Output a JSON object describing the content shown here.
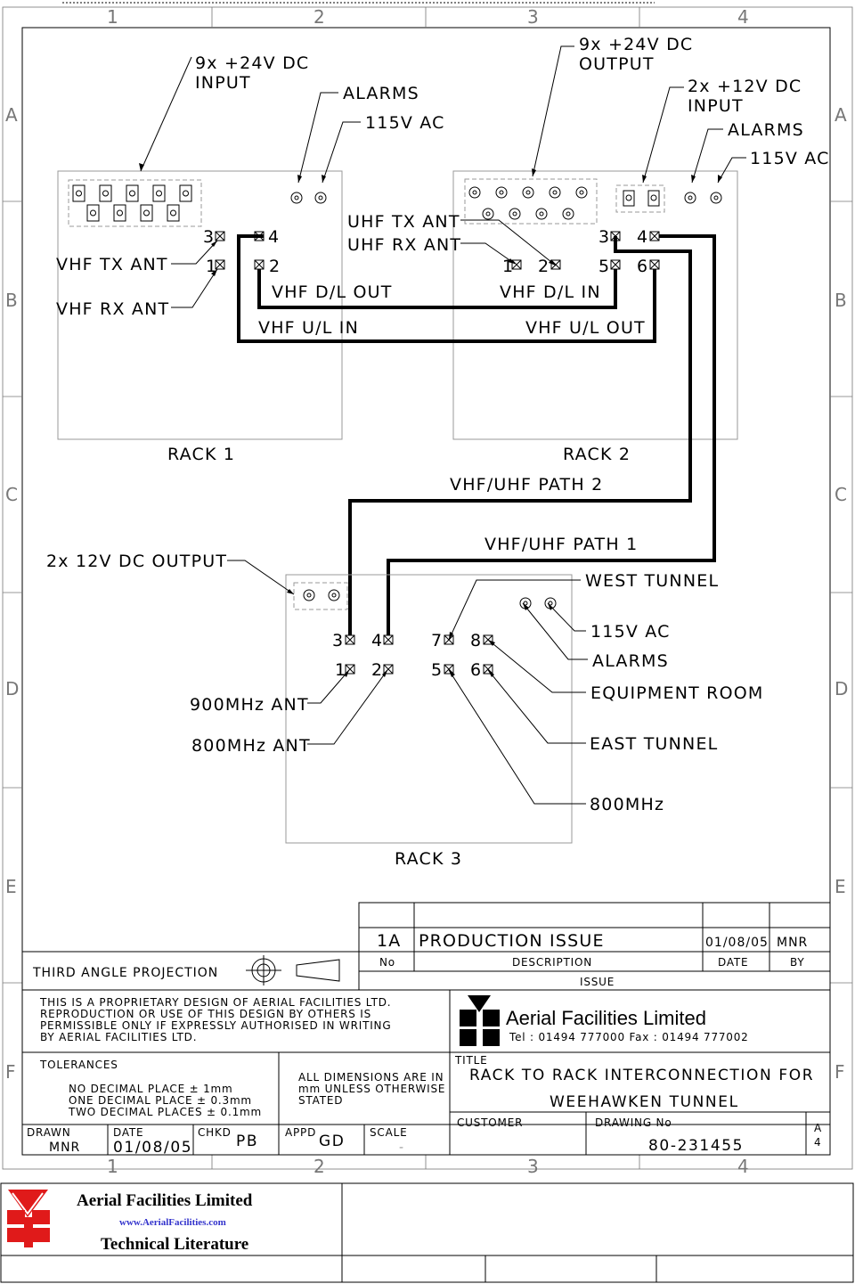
{
  "zones": {
    "columns": [
      "1",
      "2",
      "3",
      "4"
    ],
    "rows": [
      "A",
      "B",
      "C",
      "D",
      "E",
      "F"
    ]
  },
  "rack1": {
    "name": "RACK 1",
    "dc_input": [
      "9x +24V DC",
      "INPUT"
    ],
    "alarms": "ALARMS",
    "ac": "115V AC",
    "ports": [
      "3",
      "4",
      "1",
      "2"
    ],
    "vhf_tx_ant": "VHF TX ANT",
    "vhf_rx_ant": "VHF RX ANT",
    "vhf_dl_out": "VHF D/L OUT",
    "vhf_ul_in": "VHF U/L IN"
  },
  "rack2": {
    "name": "RACK 2",
    "dc_output": [
      "9x +24V DC",
      "OUTPUT"
    ],
    "dc_input_12": [
      "2x +12V DC",
      "INPUT"
    ],
    "alarms": "ALARMS",
    "ac": "115V AC",
    "uhf_tx_ant": "UHF TX ANT",
    "uhf_rx_ant": "UHF RX ANT",
    "ports": [
      "1",
      "2",
      "3",
      "4",
      "5",
      "6"
    ],
    "vhf_dl_in": "VHF D/L IN",
    "vhf_ul_out": "VHF U/L OUT"
  },
  "paths": {
    "path2": "VHF/UHF PATH 2",
    "path1": "VHF/UHF PATH 1"
  },
  "rack3": {
    "name": "RACK 3",
    "dc_output": "2x 12V DC OUTPUT",
    "ports": [
      "3",
      "4",
      "7",
      "8",
      "1",
      "2",
      "5",
      "6"
    ],
    "west_tunnel": "WEST TUNNEL",
    "ac": "115V AC",
    "alarms": "ALARMS",
    "equipment_room": "EQUIPMENT ROOM",
    "east_tunnel": "EAST TUNNEL",
    "mhz800": "800MHz",
    "ant900": "900MHz ANT",
    "ant800": "800MHz ANT"
  },
  "title_block": {
    "rev": "1A",
    "rev_desc": "PRODUCTION ISSUE",
    "rev_date": "01/08/05",
    "rev_by": "MNR",
    "h_no": "No",
    "h_desc": "DESCRIPTION",
    "h_date": "DATE",
    "h_by": "BY",
    "issue": "ISSUE",
    "projection": "THIRD ANGLE PROJECTION",
    "proprietary": [
      "THIS IS A PROPRIETARY DESIGN OF AERIAL FACILITIES LTD.",
      "REPRODUCTION OR USE OF THIS DESIGN BY OTHERS IS",
      "PERMISSIBLE ONLY IF EXPRESSLY AUTHORISED IN WRITING",
      "BY AERIAL FACILITIES LTD."
    ],
    "company": "Aerial Facilities Limited",
    "contact": "Tel : 01494 777000 Fax : 01494 777002",
    "tolerances_h": "TOLERANCES",
    "tolerances": [
      "NO DECIMAL PLACE ± 1mm",
      "ONE DECIMAL PLACE ± 0.3mm",
      "TWO DECIMAL PLACES ± 0.1mm"
    ],
    "dims": [
      "ALL DIMENSIONS ARE IN",
      "mm UNLESS OTHERWISE",
      "STATED"
    ],
    "title_h": "TITLE",
    "title": [
      "RACK TO RACK INTERCONNECTION FOR",
      "WEEHAWKEN TUNNEL"
    ],
    "drawn_h": "DRAWN",
    "drawn": "MNR",
    "date_h": "DATE",
    "date": "01/08/05",
    "chkd_h": "CHKD",
    "chkd": "PB",
    "appd_h": "APPD",
    "appd": "GD",
    "scale_h": "SCALE",
    "scale": "-",
    "customer_h": "CUSTOMER",
    "drawing_no_h": "DRAWING No",
    "drawing_no": "80-231455",
    "size": "A",
    "size_no": "4"
  },
  "footer": {
    "company": "Aerial Facilities Limited",
    "url": "www.AerialFacilities.com",
    "literature": "Technical Literature"
  },
  "colors": {
    "logo_red": "#e01a1a",
    "url_blue": "#3333cc"
  }
}
